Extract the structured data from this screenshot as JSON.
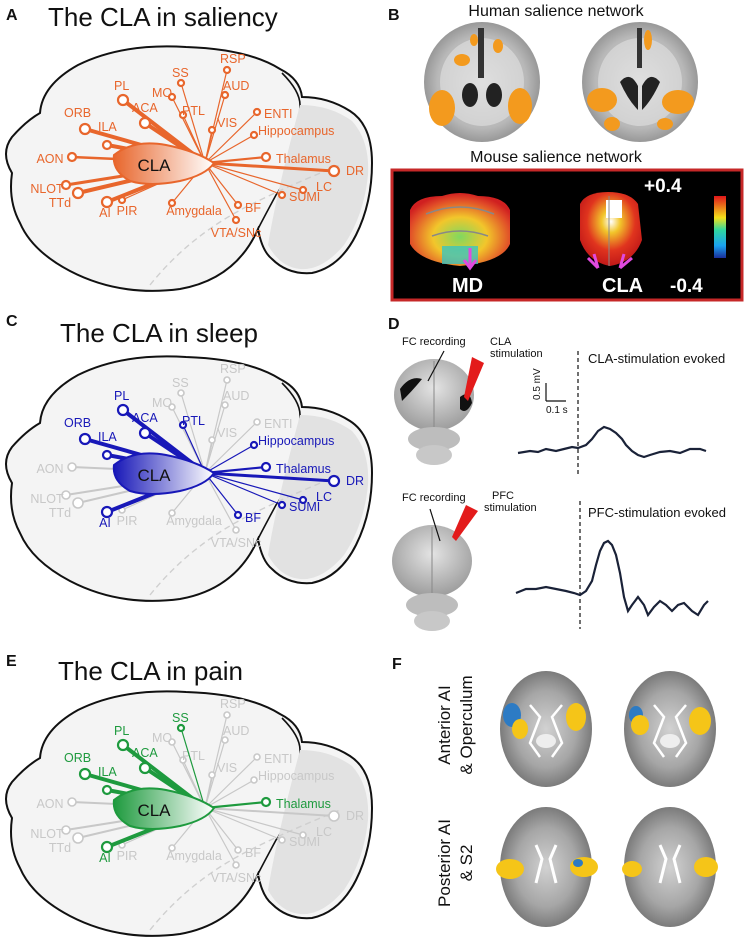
{
  "colors": {
    "saliency": "#E8662C",
    "sleep": "#1818B8",
    "pain": "#1E9A3E",
    "faded": "#C8C8C8",
    "trace": "#1A2238",
    "frame_red": "#C62828",
    "stim_red": "#E31B1B",
    "activation_orange": "#F39A1E"
  },
  "panels": {
    "A": {
      "letter": "A",
      "title": "The CLA in saliency"
    },
    "B": {
      "letter": "B",
      "human_title": "Human salience network",
      "mouse_title": "Mouse salience network",
      "scale_max": "+0.4",
      "scale_min": "-0.4",
      "label_left": "MD",
      "label_right": "CLA"
    },
    "C": {
      "letter": "C",
      "title": "The CLA in sleep"
    },
    "D": {
      "letter": "D",
      "fc_label_1": "FC recording",
      "stim_label_1a": "CLA",
      "stim_label_1b": "stimulation",
      "evoked_label_1": "CLA-stimulation evoked",
      "scale_v": "0.5 mV",
      "scale_t": "0.1 s",
      "fc_label_2": "FC recording",
      "stim_label_2a": "PFC",
      "stim_label_2b": "stimulation",
      "evoked_label_2": "PFC-stimulation evoked"
    },
    "E": {
      "letter": "E",
      "title": "The CLA in pain"
    },
    "F": {
      "letter": "F",
      "row1_line1": "Anterior AI",
      "row1_line2": "& Operculum",
      "row2_line1": "Posterior AI",
      "row2_line2": "& S2"
    }
  },
  "brain": {
    "center_label": "CLA",
    "regions": [
      {
        "key": "orb",
        "name": "ORB"
      },
      {
        "key": "ila",
        "name": "ILA"
      },
      {
        "key": "pl",
        "name": "PL"
      },
      {
        "key": "aca",
        "name": "ACA"
      },
      {
        "key": "mo",
        "name": "MO"
      },
      {
        "key": "ss",
        "name": "SS"
      },
      {
        "key": "ptl",
        "name": "PTL"
      },
      {
        "key": "rsp",
        "name": "RSP"
      },
      {
        "key": "aud",
        "name": "AUD"
      },
      {
        "key": "vis",
        "name": "VIS"
      },
      {
        "key": "enti",
        "name": "ENTI"
      },
      {
        "key": "hip",
        "name": "Hippocampus"
      },
      {
        "key": "thal",
        "name": "Thalamus"
      },
      {
        "key": "dr",
        "name": "DR"
      },
      {
        "key": "lc",
        "name": "LC"
      },
      {
        "key": "sumi",
        "name": "SUMI"
      },
      {
        "key": "bf",
        "name": "BF"
      },
      {
        "key": "vta",
        "name": "VTA/SNc"
      },
      {
        "key": "amy",
        "name": "Amygdala"
      },
      {
        "key": "pir",
        "name": "PIR"
      },
      {
        "key": "ai",
        "name": "AI"
      },
      {
        "key": "ttd",
        "name": "TTd"
      },
      {
        "key": "nlot",
        "name": "NLOT"
      },
      {
        "key": "aon",
        "name": "AON"
      }
    ],
    "active_saliency": [
      "orb",
      "ila",
      "pl",
      "aca",
      "mo",
      "ss",
      "ptl",
      "rsp",
      "aud",
      "vis",
      "enti",
      "hip",
      "thal",
      "dr",
      "lc",
      "sumi",
      "bf",
      "vta",
      "amy",
      "pir",
      "ai",
      "ttd",
      "nlot",
      "aon"
    ],
    "active_sleep": [
      "orb",
      "ila",
      "pl",
      "aca",
      "ptl",
      "hip",
      "thal",
      "dr",
      "lc",
      "sumi",
      "bf",
      "ai"
    ],
    "active_pain": [
      "orb",
      "ila",
      "pl",
      "aca",
      "ss",
      "thal",
      "ai"
    ]
  }
}
